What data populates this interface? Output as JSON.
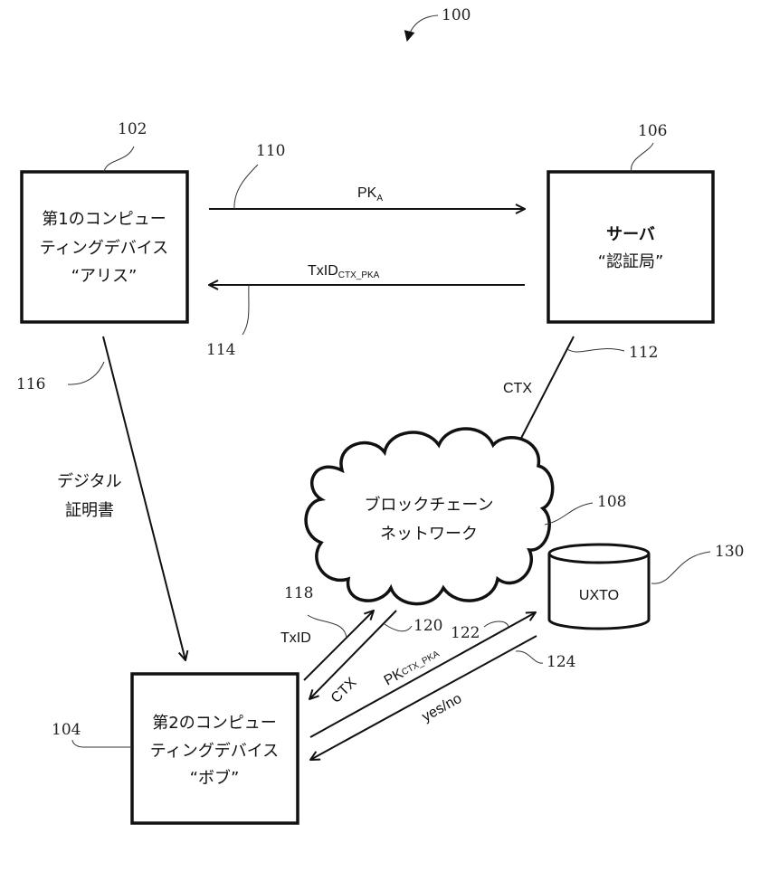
{
  "figure": {
    "ref": "100"
  },
  "nodes": {
    "alice": {
      "ref": "102",
      "lines": [
        "第1のコンピュー",
        "ティングデバイス",
        "“アリス”"
      ]
    },
    "bob": {
      "ref": "104",
      "lines": [
        "第2のコンピュー",
        "ティングデバイス",
        "“ボブ”"
      ]
    },
    "server": {
      "ref": "106",
      "lines": [
        "サーバ",
        "“認証局”"
      ]
    },
    "blockchain": {
      "ref": "108",
      "lines": [
        "ブロックチェーン",
        "ネットワーク"
      ]
    },
    "utxo": {
      "ref": "130",
      "label": "UXTO"
    }
  },
  "edges": {
    "pka": {
      "ref": "110",
      "label": "PK",
      "sub": "A"
    },
    "ctx_server": {
      "ref": "112",
      "label": "CTX"
    },
    "txid_ctx_pka": {
      "ref": "114",
      "label": "TxID",
      "sub": "CTX_PKA"
    },
    "digital_cert": {
      "ref": "116",
      "lines": [
        "デジタル",
        "証明書"
      ]
    },
    "txid": {
      "ref": "118",
      "label": "TxID"
    },
    "ctx_chain": {
      "ref": "120",
      "label": "CTX"
    },
    "pk_ctx_pka": {
      "ref": "122",
      "label": "PK",
      "sub": "CTX_PKA"
    },
    "yes_no": {
      "ref": "124",
      "label": "yes/no"
    }
  }
}
